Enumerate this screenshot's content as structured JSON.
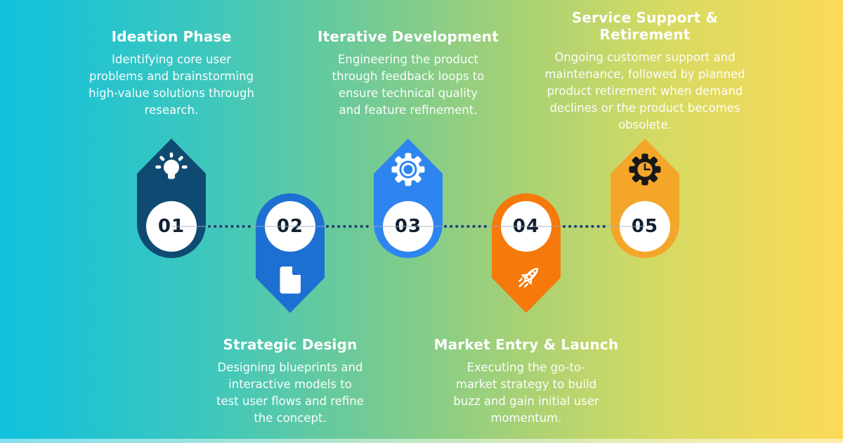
{
  "phases": [
    {
      "number": "01",
      "title": "Ideation Phase",
      "description": "Identifying core user\nproblems and brainstorming\nhigh-value solutions through\nresearch.",
      "color": "#0F4A72",
      "icon": "lightbulb-icon",
      "text_position": "top"
    },
    {
      "number": "02",
      "title": "Strategic Design",
      "description": "Designing blueprints and\ninteractive models to\ntest user flows and refine\nthe concept.",
      "color": "#1E6FD2",
      "icon": "document-icon",
      "text_position": "bottom"
    },
    {
      "number": "03",
      "title": "Iterative Development",
      "description": "Engineering the product\nthrough feedback loops to\nensure technical quality\nand feature refinement.",
      "color": "#2F85EF",
      "icon": "gear-icon",
      "text_position": "top"
    },
    {
      "number": "04",
      "title": "Market Entry & Launch",
      "description": "Executing the go-to-\nmarket strategy to build\nbuzz and gain initial user\nmomentum.",
      "color": "#F5790B",
      "icon": "rocket-icon",
      "text_position": "bottom"
    },
    {
      "number": "05",
      "title": "Service Support &\nRetirement",
      "description": "Ongoing customer support and\nmaintenance, followed by planned\nproduct retirement when demand\ndeclines or the product becomes\nobsolete.",
      "color": "#F4A62A",
      "icon": "gear-clock-icon",
      "text_position": "top"
    }
  ],
  "connector": {
    "dot_color": "#17456B",
    "line_color": "rgba(158,175,188,0.6)"
  },
  "background": {
    "gradient_start": "#0FC1DE",
    "gradient_mid": "#76CB92",
    "gradient_end": "#FDDA58"
  }
}
